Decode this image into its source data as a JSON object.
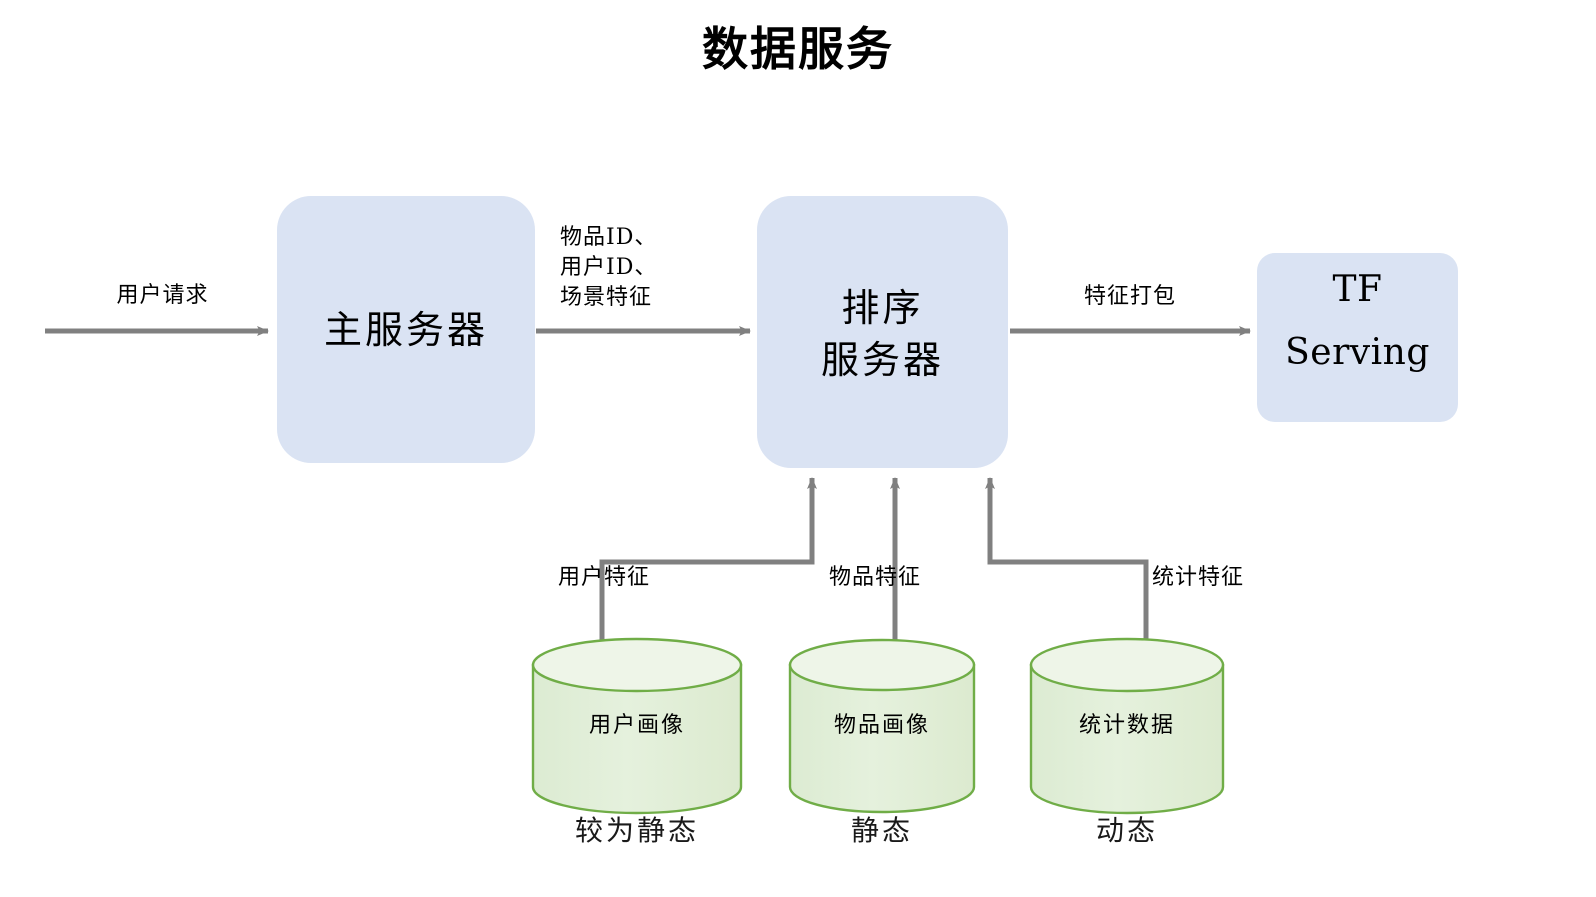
{
  "title": "数据服务",
  "colors": {
    "box_fill": "#dae3f3",
    "box_stroke": "none",
    "cylinder_fill": "#e2efda",
    "cylinder_top_fill": "#eaf3e3",
    "cylinder_stroke": "#70ad47",
    "arrow": "#808080",
    "text": "#000000",
    "background": "#ffffff"
  },
  "nodes": {
    "main_server": {
      "label": "主服务器"
    },
    "rank_server": {
      "label_line1": "排序",
      "label_line2": "服务器"
    },
    "tf_serving": {
      "label_line1": "TF",
      "label_line2": "Serving"
    }
  },
  "edges": {
    "user_request": {
      "label": "用户请求"
    },
    "main_to_rank": {
      "label_line1": "物品ID、",
      "label_line2": "用户ID、",
      "label_line3": "场景特征"
    },
    "rank_to_tf": {
      "label": "特征打包"
    },
    "user_feature": {
      "label": "用户特征"
    },
    "item_feature": {
      "label": "物品特征"
    },
    "stat_feature": {
      "label": "统计特征"
    }
  },
  "datastores": [
    {
      "label": "用户画像",
      "caption": "较为静态"
    },
    {
      "label": "物品画像",
      "caption": "静态"
    },
    {
      "label": "统计数据",
      "caption": "动态"
    }
  ]
}
